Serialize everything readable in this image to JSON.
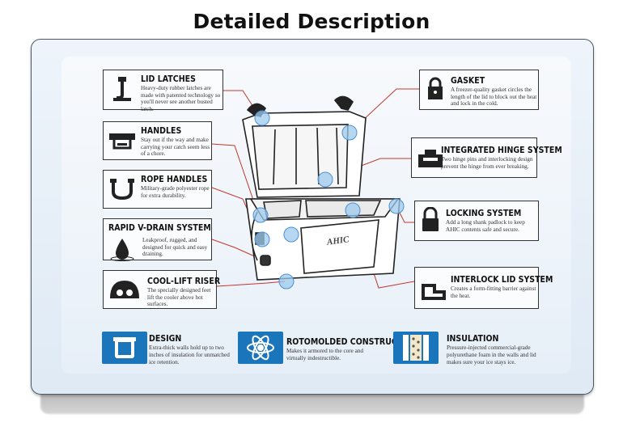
{
  "page": {
    "title": "Detailed Description"
  },
  "brand_mark": "AHIC",
  "features_left": [
    {
      "key": "lid-latches",
      "title": "LID LATCHES",
      "desc": "Heavy-duty rubber latches are made with patented technology so you'll never see another busted latch.",
      "icon": "latch-icon"
    },
    {
      "key": "handles",
      "title": "HANDLES",
      "desc": "Stay out if the way and make carrying your catch seem less of a chore.",
      "icon": "handle-icon"
    },
    {
      "key": "rope-handles",
      "title": "ROPE HANDLES",
      "desc": "Military-grade polyester rope for extra durability.",
      "icon": "rope-icon"
    },
    {
      "key": "rapid-v-drain",
      "title": "RAPID V-DRAIN SYSTEM",
      "desc": "Leakproof, rugged, and designed for quick and easy draining.",
      "icon": "drain-icon"
    },
    {
      "key": "cool-lift-riser",
      "title": "COOL-LIFT RISER",
      "desc": "The specially designed feet lift the cooler above hot surfaces.",
      "icon": "riser-icon"
    }
  ],
  "features_right": [
    {
      "key": "gasket",
      "title": "GASKET",
      "desc": "A freezer-quality gasket circles the length of the lid to block out the heat and lock in the cold.",
      "icon": "lock-icon"
    },
    {
      "key": "hinge",
      "title": "INTEGRATED HINGE SYSTEM",
      "desc": "Two hinge pins and interlocking design prevent the hinge from ever breaking.",
      "icon": "hinge-icon"
    },
    {
      "key": "locking",
      "title": "LOCKING SYSTEM",
      "desc": "Add a long shank padlock to keep AHIC contents safe and secure.",
      "icon": "padlock-icon"
    },
    {
      "key": "interlock",
      "title": "INTERLOCK LID SYSTEM",
      "desc": "Creates a form-fitting barrier against the heat.",
      "icon": "interlock-icon"
    }
  ],
  "features_bottom": [
    {
      "key": "design",
      "title": "DESIGN",
      "desc": "Extra-thick walls hold up to two inches of insulation for unmatched ice retention.",
      "icon": "cooler-icon"
    },
    {
      "key": "rotomolded",
      "title": "ROTOMOLDED CONSTRUCTION",
      "desc": "Makes it armored to the core and virtually indestructible.",
      "icon": "atom-icon"
    },
    {
      "key": "insulation",
      "title": "INSULATION",
      "desc": "Pressure-injected commercial-grade polyurethane foam in the walls and lid makes sure your ice stays ice.",
      "icon": "foam-icon"
    }
  ],
  "colors": {
    "accent_blue": "#1b75bb",
    "callout_red": "#c0392b",
    "frame": "#4d5a66"
  }
}
